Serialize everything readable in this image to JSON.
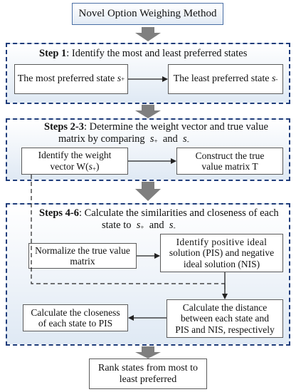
{
  "title": "Novel Option Weighing Method",
  "step1": {
    "heading_bold": "Step 1",
    "heading_rest": ": Identify the most and least preferred states",
    "box_left": "The most preferred state",
    "box_right": "The least preferred state",
    "state_plus": "s",
    "plus_sub": "+",
    "state_minus": "s",
    "minus_sub": "-"
  },
  "step2": {
    "heading_bold": "Steps 2-3",
    "heading_line1": ": Determine the weight vector and true value",
    "heading_line2a": "matrix by comparing",
    "heading_and": "and",
    "box_left_line1": "Identify the weight",
    "box_left_line2": "vector  W(",
    "box_left_close": ")",
    "box_right_line1": "Construct the true",
    "box_right_line2": "value matrix T"
  },
  "step3": {
    "heading_bold": "Steps 4-6",
    "heading_line1": ": Calculate the similarities and closeness of each",
    "heading_line2a": "state to",
    "heading_and": "and",
    "box_normalize_line1": "Normalize the true value",
    "box_normalize_line2": "matrix",
    "box_pis_line1": "Identify positive ideal",
    "box_pis_line2": "solution (PIS) and negative",
    "box_pis_line3": "ideal solution (NIS)",
    "box_distance_line1": "Calculate the distance",
    "box_distance_line2": "between each state and",
    "box_distance_line3": "PIS and NIS, respectively",
    "box_closeness_line1": "Calculate the closeness",
    "box_closeness_line2": "of each state to PIS"
  },
  "final": {
    "line1": "Rank states from most to",
    "line2": "least preferred"
  },
  "colors": {
    "panel_border": "#1f3c7a",
    "big_arrow": "#7f7f7f",
    "connector": "#222222"
  }
}
